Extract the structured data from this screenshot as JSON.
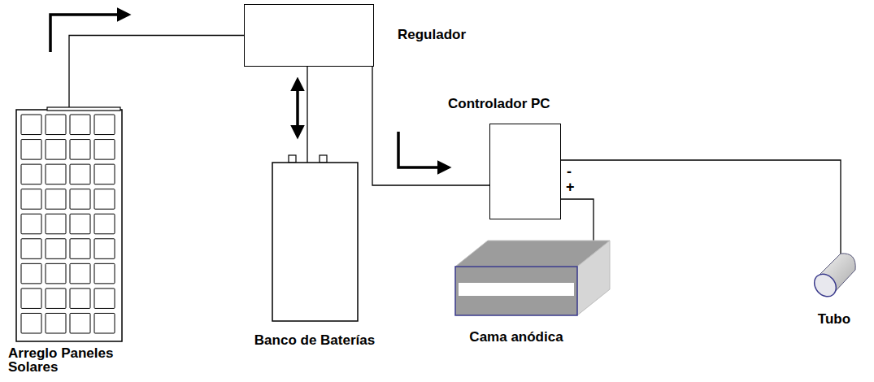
{
  "diagram": {
    "nodes": [
      {
        "text": [
          "Regulador"
        ]
      },
      {
        "text": [
          "Controlador PC"
        ]
      },
      {
        "text": [
          "Arreglo Paneles Solares"
        ]
      },
      {
        "text": [
          "Banco de Baterías"
        ]
      },
      {
        "text": [
          "Cama anódica"
        ]
      },
      {
        "text": [
          "Tubo"
        ]
      }
    ],
    "edges": [
      {
        "from": 2,
        "to": 0,
        "arrow": "to"
      },
      {
        "from": 0,
        "to": 3,
        "arrow": "both"
      },
      {
        "from": 0,
        "to": 1,
        "arrow": "to"
      },
      {
        "from": 1,
        "to": 4,
        "arrow": "none"
      },
      {
        "from": 1,
        "to": 5,
        "arrow": "none"
      }
    ],
    "labels": [
      "-",
      "+"
    ]
  }
}
